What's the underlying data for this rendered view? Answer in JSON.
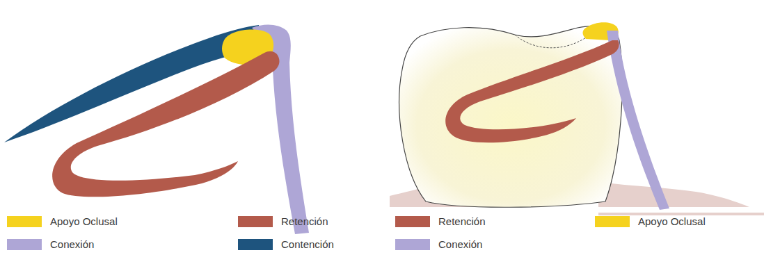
{
  "diagram": {
    "legend": [
      {
        "text": "Apoyo Oclusal",
        "color": "#f5d21e"
      },
      {
        "text": "Conexión",
        "color": "#aea6d6"
      },
      {
        "text": "Retención",
        "color": "#b35a4b"
      },
      {
        "text": "Contención",
        "color": "#1e547e"
      },
      {
        "text": "Retención",
        "color": "#b35a4b"
      },
      {
        "text": "Conexión",
        "color": "#aea6d6"
      },
      {
        "text": "Apoyo Oclusal",
        "color": "#f5d21e"
      }
    ]
  }
}
